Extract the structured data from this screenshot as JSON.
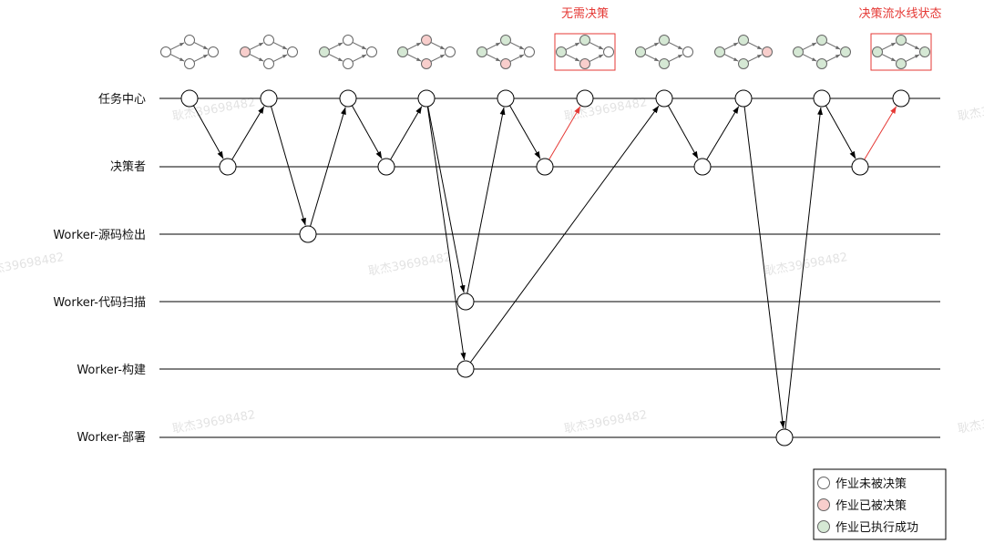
{
  "lanes": [
    {
      "id": "center",
      "label": "任务中心"
    },
    {
      "id": "decider",
      "label": "决策者"
    },
    {
      "id": "source",
      "label": "Worker-源码检出"
    },
    {
      "id": "scan",
      "label": "Worker-代码扫描"
    },
    {
      "id": "build",
      "label": "Worker-构建"
    },
    {
      "id": "deploy",
      "label": "Worker-部署"
    }
  ],
  "notes": [
    {
      "text": "无需决策",
      "step": 5
    },
    {
      "text": "决策流水线状态",
      "step": 9
    }
  ],
  "mini_dags": [
    {
      "status": [
        "none",
        "none",
        "none",
        "none"
      ],
      "highlight": false
    },
    {
      "status": [
        "red",
        "none",
        "none",
        "none"
      ],
      "highlight": false
    },
    {
      "status": [
        "green",
        "none",
        "none",
        "none"
      ],
      "highlight": false
    },
    {
      "status": [
        "green",
        "red",
        "red",
        "none"
      ],
      "highlight": false
    },
    {
      "status": [
        "green",
        "green",
        "red",
        "none"
      ],
      "highlight": false
    },
    {
      "status": [
        "green",
        "green",
        "red",
        "none"
      ],
      "highlight": true
    },
    {
      "status": [
        "green",
        "green",
        "green",
        "none"
      ],
      "highlight": false
    },
    {
      "status": [
        "green",
        "green",
        "green",
        "red"
      ],
      "highlight": false
    },
    {
      "status": [
        "green",
        "green",
        "green",
        "green"
      ],
      "highlight": false
    },
    {
      "status": [
        "green",
        "green",
        "green",
        "green"
      ],
      "highlight": true
    }
  ],
  "arrows": [
    {
      "from": "center:0",
      "to": "decider:0",
      "color": "black"
    },
    {
      "from": "decider:0",
      "to": "center:1",
      "color": "black"
    },
    {
      "from": "center:1",
      "to": "source:0",
      "color": "black"
    },
    {
      "from": "source:0",
      "to": "center:2",
      "color": "black"
    },
    {
      "from": "center:2",
      "to": "decider:1",
      "color": "black"
    },
    {
      "from": "decider:1",
      "to": "center:3",
      "color": "black"
    },
    {
      "from": "center:3",
      "to": "scan:0",
      "color": "black"
    },
    {
      "from": "center:3",
      "to": "build:0",
      "color": "black"
    },
    {
      "from": "scan:0",
      "to": "center:4",
      "color": "black"
    },
    {
      "from": "center:4",
      "to": "decider:2",
      "color": "black"
    },
    {
      "from": "decider:2",
      "to": "center:5",
      "color": "red"
    },
    {
      "from": "build:0",
      "to": "center:6",
      "color": "black"
    },
    {
      "from": "center:6",
      "to": "decider:3",
      "color": "black"
    },
    {
      "from": "decider:3",
      "to": "center:7",
      "color": "black"
    },
    {
      "from": "center:7",
      "to": "deploy:0",
      "color": "black"
    },
    {
      "from": "deploy:0",
      "to": "center:8",
      "color": "black"
    },
    {
      "from": "center:8",
      "to": "decider:4",
      "color": "black"
    },
    {
      "from": "decider:4",
      "to": "center:9",
      "color": "red"
    }
  ],
  "legend": [
    {
      "text": "作业未被决策",
      "color": "none"
    },
    {
      "text": "作业已被决策",
      "color": "red"
    },
    {
      "text": "作业已执行成功",
      "color": "green"
    }
  ],
  "colors": {
    "none": "#ffffff",
    "red": "#f8cecc",
    "green": "#d5e8d4",
    "line": "#000000",
    "red_arrow": "#e53935",
    "highlight": "#e53935",
    "mini_stroke": "#666666"
  },
  "watermark": "耿杰39698482"
}
